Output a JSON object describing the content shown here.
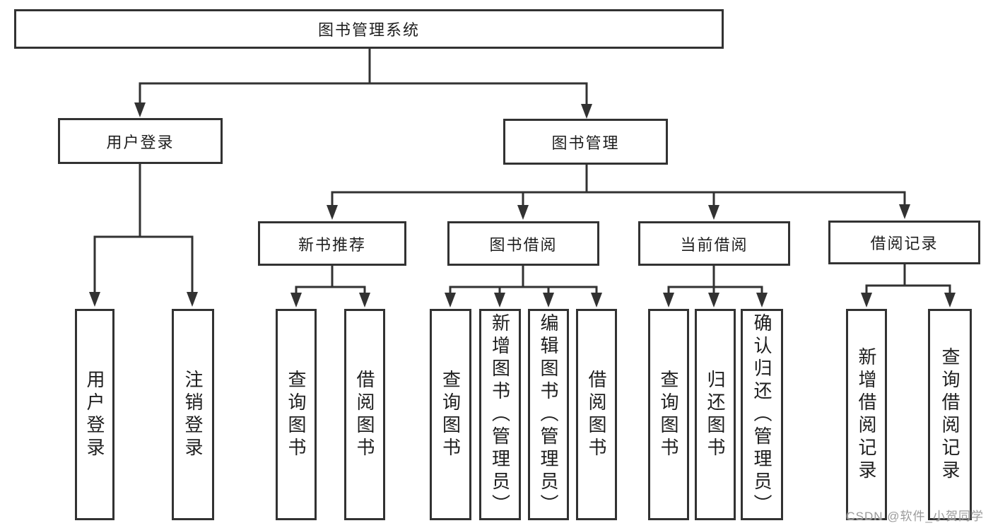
{
  "diagram": {
    "root": {
      "label": "图书管理系统"
    },
    "branches": [
      {
        "label": "用户登录",
        "children": [
          {
            "label": "用户登录"
          },
          {
            "label": "注销登录"
          }
        ]
      },
      {
        "label": "图书管理",
        "children": [
          {
            "label": "新书推荐",
            "children": [
              {
                "label": "查询图书"
              },
              {
                "label": "借阅图书"
              }
            ]
          },
          {
            "label": "图书借阅",
            "children": [
              {
                "label": "查询图书"
              },
              {
                "label": "新增图书（管理员）"
              },
              {
                "label": "编辑图书（管理员）"
              },
              {
                "label": "借阅图书"
              }
            ]
          },
          {
            "label": "当前借阅",
            "children": [
              {
                "label": "查询图书"
              },
              {
                "label": "归还图书"
              },
              {
                "label": "确认归还（管理员）"
              }
            ]
          },
          {
            "label": "借阅记录",
            "children": [
              {
                "label": "新增借阅记录"
              },
              {
                "label": "查询借阅记录"
              }
            ]
          }
        ]
      }
    ],
    "colors": {
      "line": "#323232",
      "text": "#1e1e1e",
      "background": "#ffffff",
      "watermark": "#969696"
    }
  },
  "watermark": {
    "text": "CSDN @软件_小贺同学"
  }
}
